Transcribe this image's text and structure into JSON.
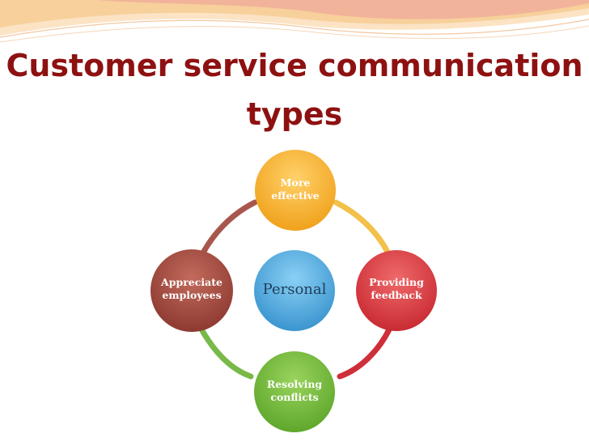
{
  "slide": {
    "title_line1": "Customer service communication",
    "title_line2": "types"
  },
  "diagram": {
    "center": {
      "label": "Personal",
      "color": "#4a9fd6"
    },
    "nodes": [
      {
        "id": "top",
        "line1": "More",
        "line2": "effective",
        "color": "#f5a623",
        "text_color": "#ffffff"
      },
      {
        "id": "right",
        "line1": "Providing",
        "line2": "feedback",
        "color": "#d83a3f",
        "text_color": "#ffffff"
      },
      {
        "id": "bottom",
        "line1": "Resolving",
        "line2": "conflicts",
        "color": "#6fb634",
        "text_color": "#ffffff"
      },
      {
        "id": "left",
        "line1": "Appreciate",
        "line2": "employees",
        "color": "#a0463c",
        "text_color": "#ffffff"
      }
    ]
  },
  "colors": {
    "title": "#8e1111",
    "wave_primary": "#f6c98e",
    "wave_secondary": "#ee9b9b"
  }
}
